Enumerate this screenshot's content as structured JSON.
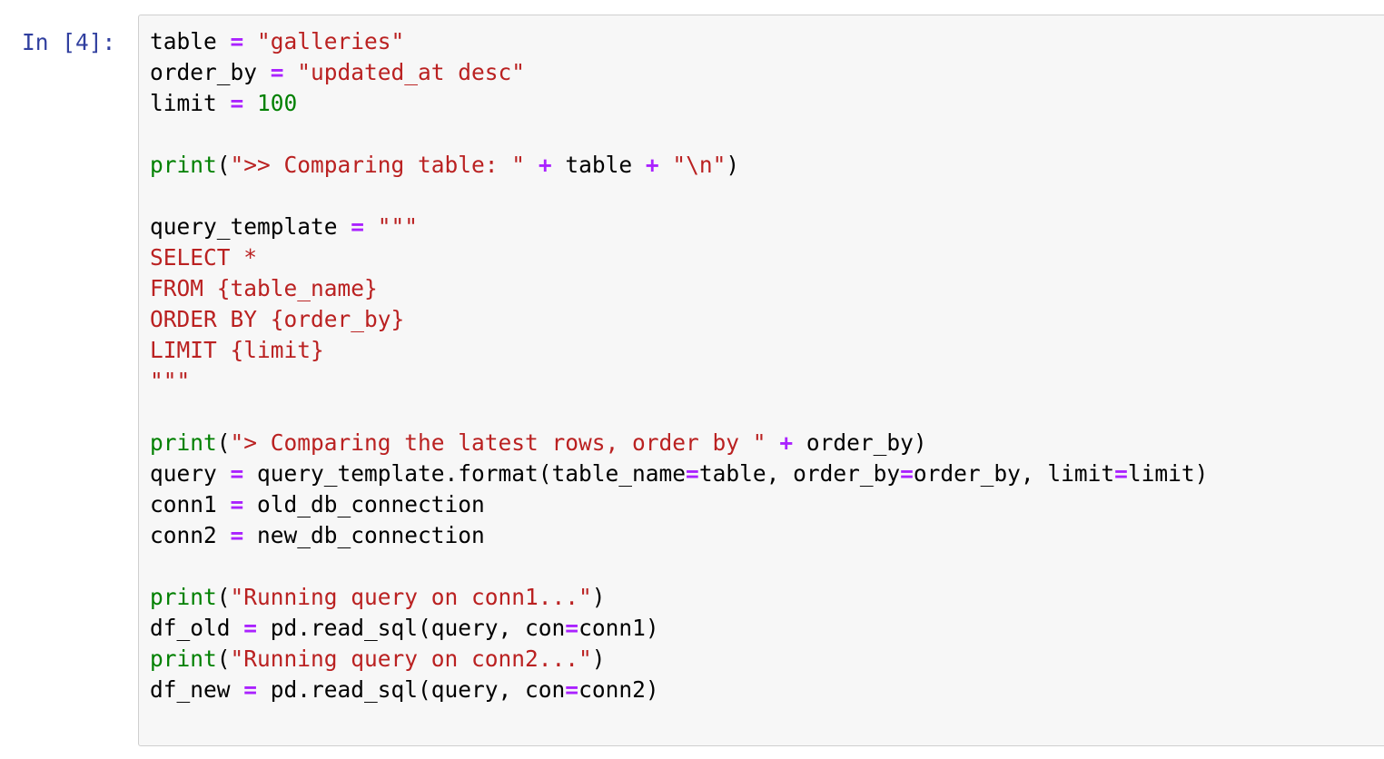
{
  "cell": {
    "prompt": "In [4]:",
    "lines": [
      [
        {
          "t": "table ",
          "c": "p"
        },
        {
          "t": "=",
          "c": "o"
        },
        {
          "t": " ",
          "c": "p"
        },
        {
          "t": "\"galleries\"",
          "c": "s"
        }
      ],
      [
        {
          "t": "order_by ",
          "c": "p"
        },
        {
          "t": "=",
          "c": "o"
        },
        {
          "t": " ",
          "c": "p"
        },
        {
          "t": "\"updated_at desc\"",
          "c": "s"
        }
      ],
      [
        {
          "t": "limit ",
          "c": "p"
        },
        {
          "t": "=",
          "c": "o"
        },
        {
          "t": " ",
          "c": "p"
        },
        {
          "t": "100",
          "c": "n"
        }
      ],
      [],
      [
        {
          "t": "print",
          "c": "b"
        },
        {
          "t": "(",
          "c": "p"
        },
        {
          "t": "\">> Comparing table: \"",
          "c": "s"
        },
        {
          "t": " ",
          "c": "p"
        },
        {
          "t": "+",
          "c": "o"
        },
        {
          "t": " table ",
          "c": "p"
        },
        {
          "t": "+",
          "c": "o"
        },
        {
          "t": " ",
          "c": "p"
        },
        {
          "t": "\"\\n\"",
          "c": "s"
        },
        {
          "t": ")",
          "c": "p"
        }
      ],
      [],
      [
        {
          "t": "query_template ",
          "c": "p"
        },
        {
          "t": "=",
          "c": "o"
        },
        {
          "t": " ",
          "c": "p"
        },
        {
          "t": "\"\"\"",
          "c": "s"
        }
      ],
      [
        {
          "t": "SELECT *",
          "c": "s"
        }
      ],
      [
        {
          "t": "FROM {table_name}",
          "c": "s"
        }
      ],
      [
        {
          "t": "ORDER BY {order_by}",
          "c": "s"
        }
      ],
      [
        {
          "t": "LIMIT {limit}",
          "c": "s"
        }
      ],
      [
        {
          "t": "\"\"\"",
          "c": "s"
        }
      ],
      [],
      [
        {
          "t": "print",
          "c": "b"
        },
        {
          "t": "(",
          "c": "p"
        },
        {
          "t": "\"> Comparing the latest rows, order by \"",
          "c": "s"
        },
        {
          "t": " ",
          "c": "p"
        },
        {
          "t": "+",
          "c": "o"
        },
        {
          "t": " order_by)",
          "c": "p"
        }
      ],
      [
        {
          "t": "query ",
          "c": "p"
        },
        {
          "t": "=",
          "c": "o"
        },
        {
          "t": " query_template.format(table_name",
          "c": "p"
        },
        {
          "t": "=",
          "c": "o"
        },
        {
          "t": "table, order_by",
          "c": "p"
        },
        {
          "t": "=",
          "c": "o"
        },
        {
          "t": "order_by, limit",
          "c": "p"
        },
        {
          "t": "=",
          "c": "o"
        },
        {
          "t": "limit)",
          "c": "p"
        }
      ],
      [
        {
          "t": "conn1 ",
          "c": "p"
        },
        {
          "t": "=",
          "c": "o"
        },
        {
          "t": " old_db_connection",
          "c": "p"
        }
      ],
      [
        {
          "t": "conn2 ",
          "c": "p"
        },
        {
          "t": "=",
          "c": "o"
        },
        {
          "t": " new_db_connection",
          "c": "p"
        }
      ],
      [],
      [
        {
          "t": "print",
          "c": "b"
        },
        {
          "t": "(",
          "c": "p"
        },
        {
          "t": "\"Running query on conn1...\"",
          "c": "s"
        },
        {
          "t": ")",
          "c": "p"
        }
      ],
      [
        {
          "t": "df_old ",
          "c": "p"
        },
        {
          "t": "=",
          "c": "o"
        },
        {
          "t": " pd.read_sql(query, con",
          "c": "p"
        },
        {
          "t": "=",
          "c": "o"
        },
        {
          "t": "conn1)",
          "c": "p"
        }
      ],
      [
        {
          "t": "print",
          "c": "b"
        },
        {
          "t": "(",
          "c": "p"
        },
        {
          "t": "\"Running query on conn2...\"",
          "c": "s"
        },
        {
          "t": ")",
          "c": "p"
        }
      ],
      [
        {
          "t": "df_new ",
          "c": "p"
        },
        {
          "t": "=",
          "c": "o"
        },
        {
          "t": " pd.read_sql(query, con",
          "c": "p"
        },
        {
          "t": "=",
          "c": "o"
        },
        {
          "t": "conn2)",
          "c": "p"
        }
      ]
    ]
  },
  "colors": {
    "prompt": "#303f9f",
    "string": "#ba2121",
    "number": "#008000",
    "builtin": "#008000",
    "operator": "#aa22ff",
    "text": "#000000",
    "cell_background": "#f7f7f7",
    "cell_border": "#cfcfcf"
  }
}
